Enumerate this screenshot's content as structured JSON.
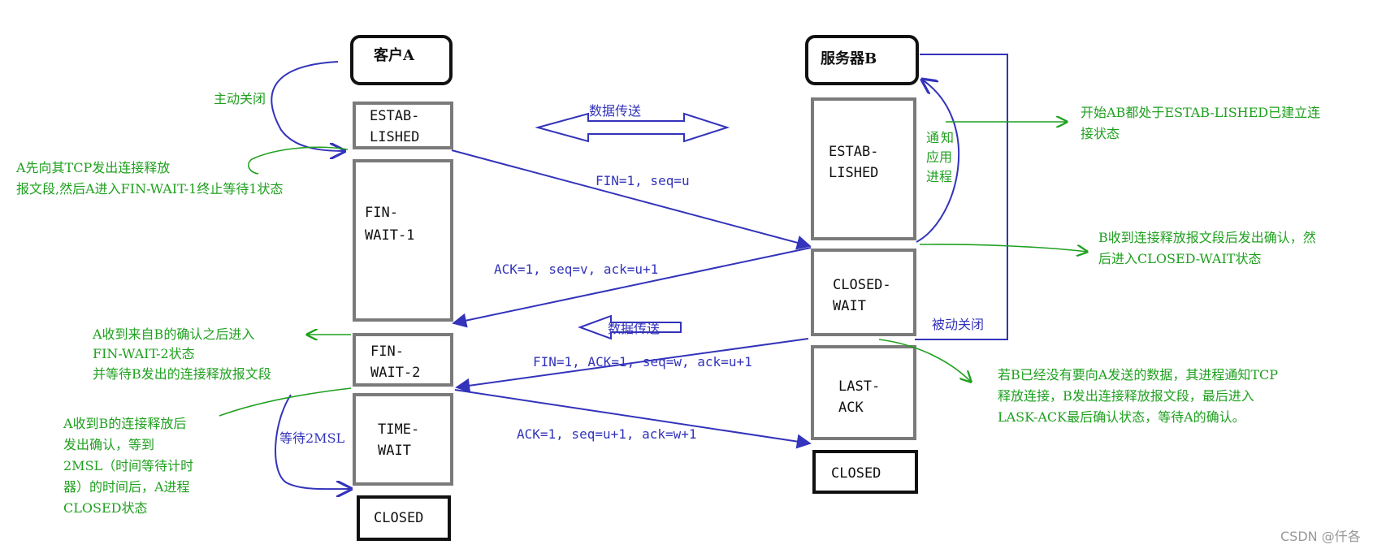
{
  "client": {
    "title": "客户A",
    "states": {
      "established": [
        "ESTAB-",
        "LISHED"
      ],
      "fin_wait_1": [
        "FIN-",
        "WAIT-1"
      ],
      "fin_wait_2": [
        "FIN-",
        "WAIT-2"
      ],
      "time_wait": [
        "TIME-",
        "WAIT"
      ],
      "closed": [
        "CLOSED"
      ]
    }
  },
  "server": {
    "title": "服务器B",
    "states": {
      "established": [
        "ESTAB-",
        "LISHED"
      ],
      "closed_wait": [
        "CLOSED-",
        "WAIT"
      ],
      "last_ack": [
        "LAST-",
        "ACK"
      ],
      "closed": [
        "CLOSED"
      ]
    }
  },
  "data_transfer": {
    "top_label": "数据传送",
    "middle_label": "数据传送"
  },
  "messages": {
    "fin1": "FIN=1, seq=u",
    "ack1": "ACK=1, seq=v, ack=u+1",
    "fin2": "FIN=1, ACK=1, seq=w, ack=u+1",
    "ack2": "ACK=1, seq=u+1, ack=w+1"
  },
  "annotations": {
    "active_close": "主动关闭",
    "passive_close": "被动关闭",
    "notify_app": [
      "通",
      "知",
      "应用",
      "进程"
    ],
    "wait_2msl": "等待2MSL",
    "a_send_fin": [
      "A先向其TCP发出连接释放",
      "报文段,然后A进入FIN-WAIT-1终止等待1状态"
    ],
    "a_recv_ack": [
      "A收到来自B的确认之后进入",
      "FIN-WAIT-2状态",
      "并等待B发出的连接释放报文段"
    ],
    "a_recv_fin": [
      "A收到B的连接释放后",
      "发出确认，等到",
      "2MSL（时间等待计时",
      "器）的时间后，A进程",
      "CLOSED状态"
    ],
    "both_established": [
      "开始AB都处于ESTAB-LISHED已建立连",
      "接状态"
    ],
    "b_recv_fin": [
      "B收到连接释放报文段后发出确认，然",
      "后进入CLOSED-WAIT状态"
    ],
    "b_send_fin": [
      "若B已经没有要向A发送的数据，其进程通知TCP",
      "释放连接，B发出连接释放报文段，最后进入",
      "LASK-ACK最后确认状态，等待A的确认。"
    ]
  },
  "watermark": "CSDN @仟各",
  "colors": {
    "box_border": "#7a7a7a",
    "box_border_dark": "#111111",
    "arrow_blue": "#3333bb",
    "note_green": "#1fa01f"
  }
}
